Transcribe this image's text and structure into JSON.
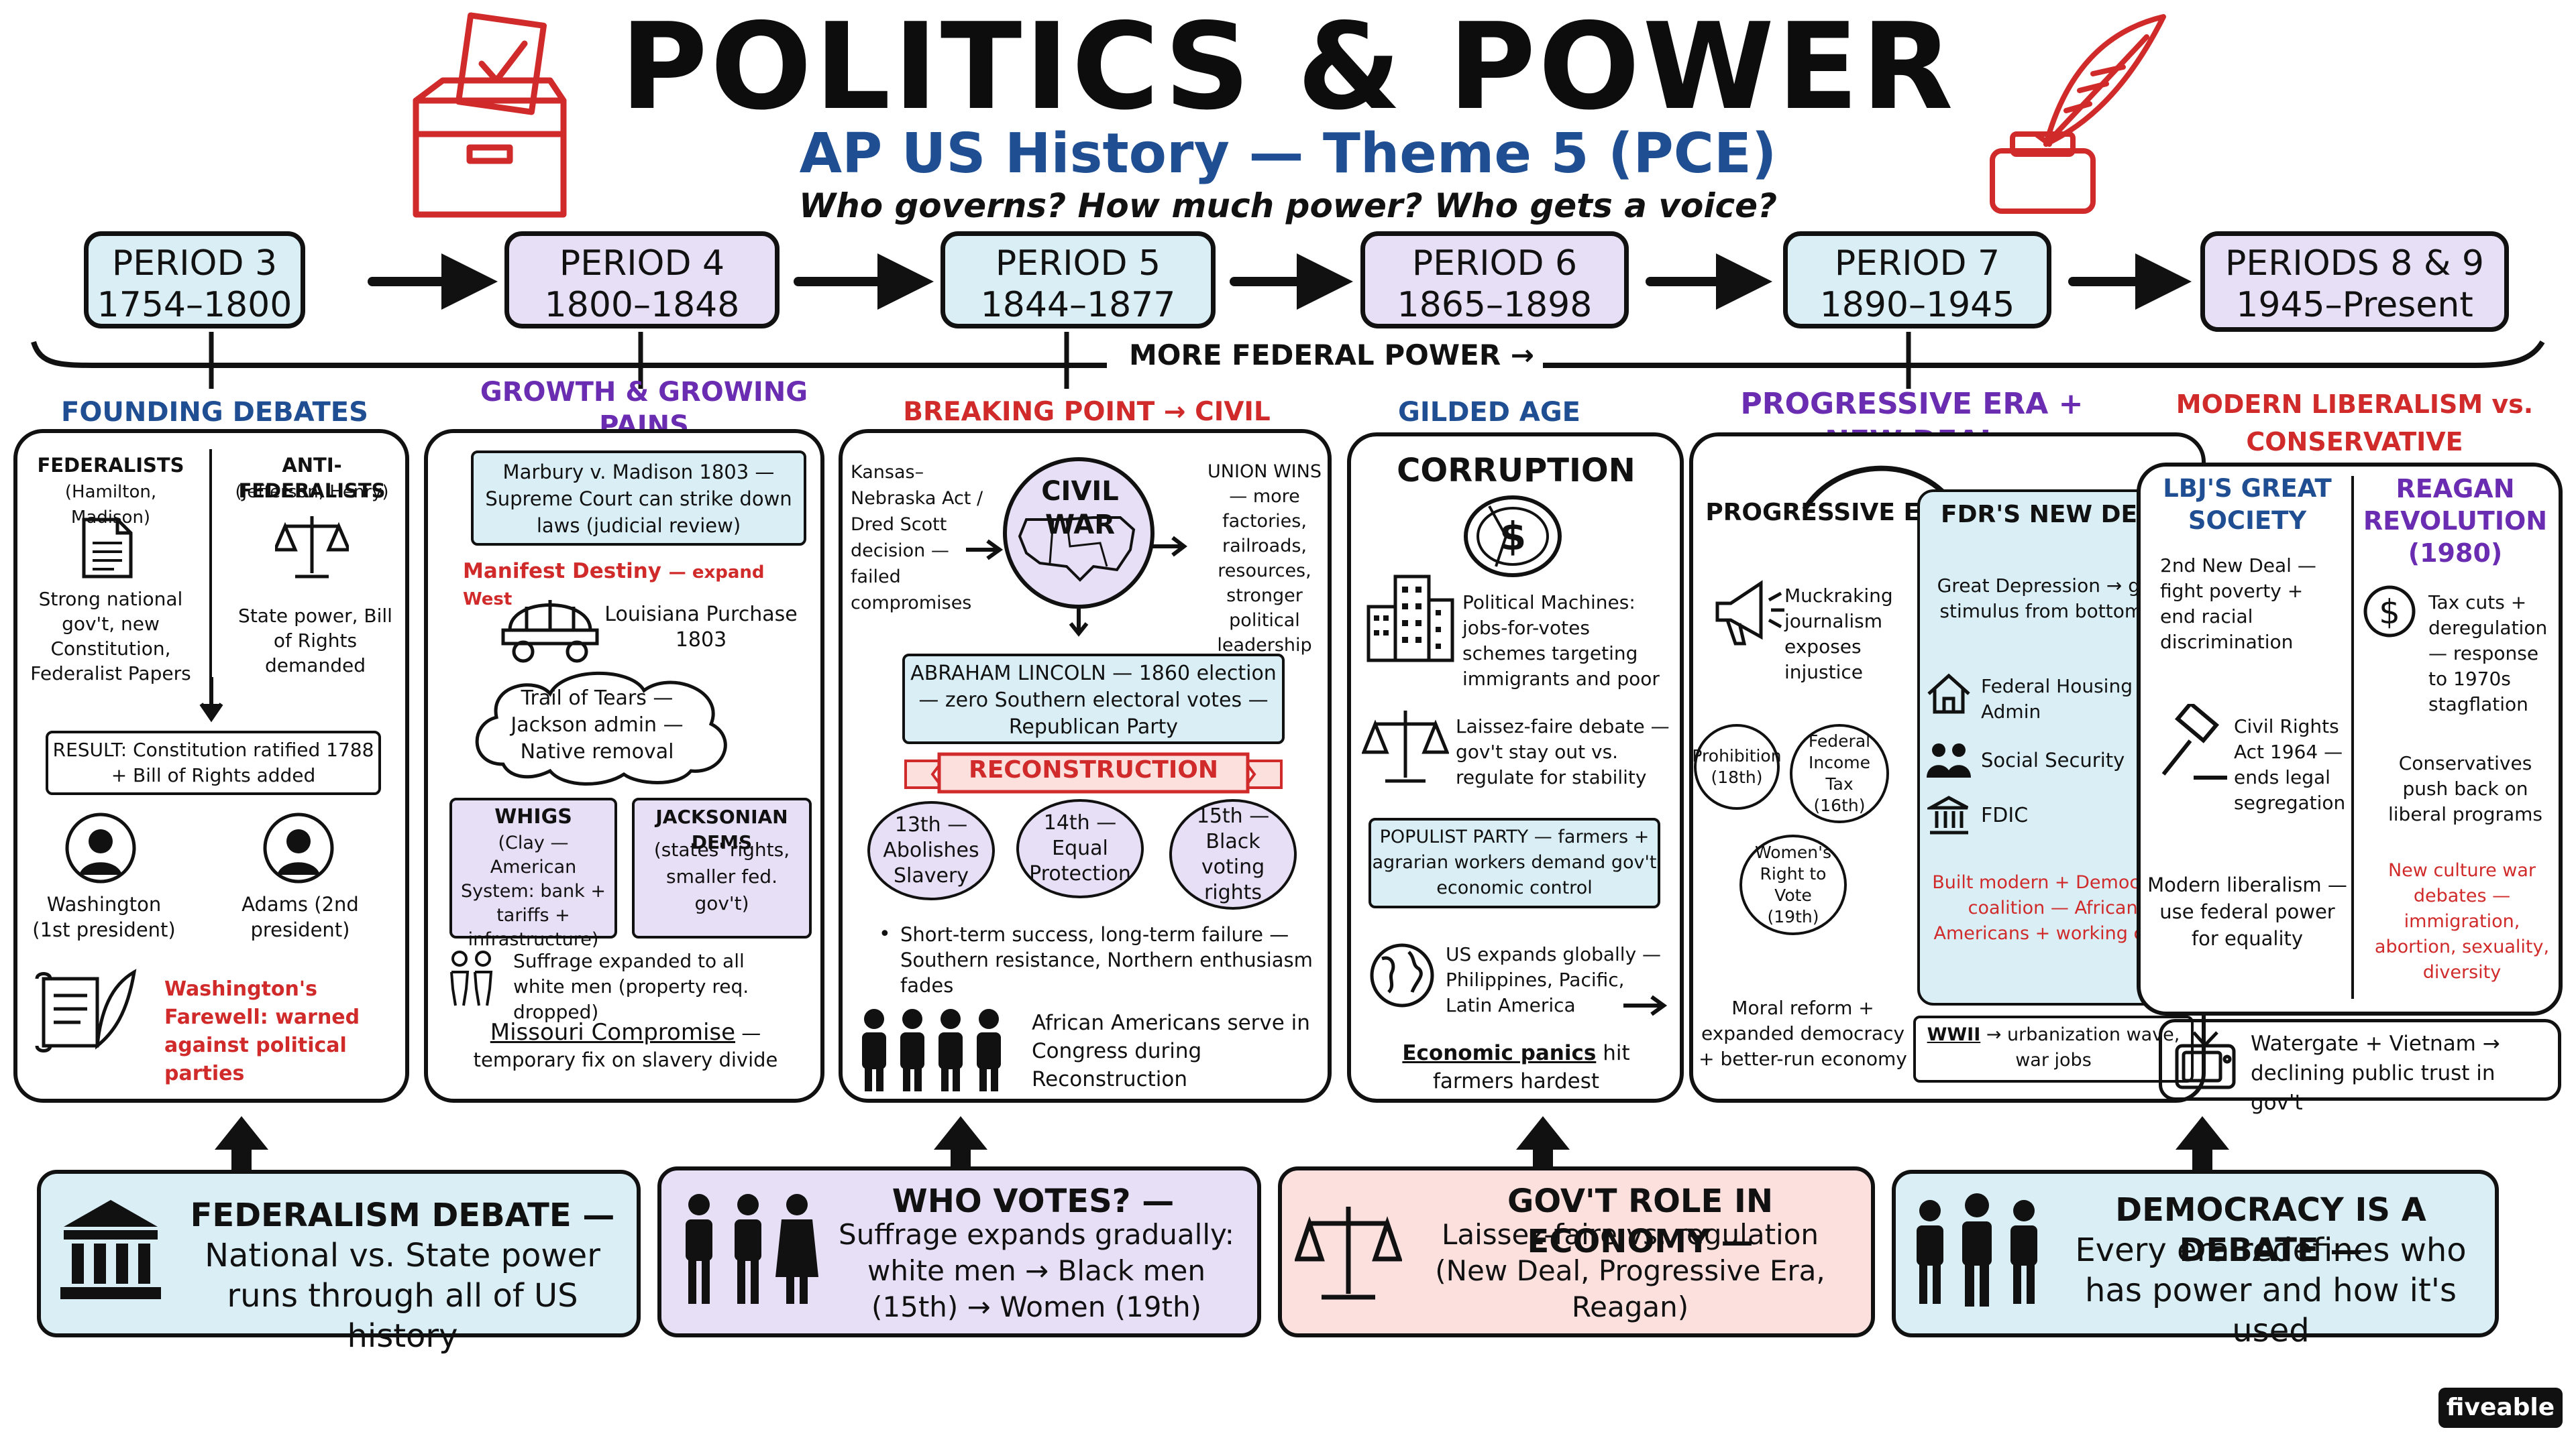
{
  "header": {
    "title": "POLITICS & POWER",
    "subtitle": "AP US History — Theme 5 (PCE)",
    "question": "Who governs? How much power? Who gets a voice?"
  },
  "timeline": {
    "periods": [
      {
        "name": "PERIOD 3",
        "years": "1754–1800"
      },
      {
        "name": "PERIOD 4",
        "years": "1800–1848"
      },
      {
        "name": "PERIOD 5",
        "years": "1844–1877"
      },
      {
        "name": "PERIOD 6",
        "years": "1865–1898"
      },
      {
        "name": "PERIOD 7",
        "years": "1890–1945"
      },
      {
        "name": "PERIODS 8 & 9",
        "years": "1945–Present"
      }
    ],
    "trend": "MORE FEDERAL POWER →"
  },
  "p3": {
    "title": "FOUNDING DEBATES",
    "fed_title": "FEDERALISTS",
    "fed_people": "(Hamilton, Madison)",
    "fed_text": "Strong national gov't, new Constitution, Federalist Papers",
    "anti_title": "ANTI-FEDERALISTS",
    "anti_people": "(Jefferson, Henry)",
    "anti_text": "State power, Bill of Rights demanded",
    "result": "RESULT: Constitution ratified 1788 + Bill of Rights added",
    "pres1": "Washington (1st president)",
    "pres2": "Adams (2nd president)",
    "farewell": "Washington's Farewell: warned against political parties"
  },
  "p4": {
    "title": "GROWTH & GROWING PAINS",
    "marbury": "Marbury v. Madison 1803 — Supreme Court can strike down laws (judicial review)",
    "manifest": "Manifest Destiny",
    "manifest_tail": "— expand West",
    "louisiana": "Louisiana Purchase 1803",
    "trail": "Trail of Tears — Jackson admin — Native removal",
    "whigs_title": "WHIGS",
    "whigs_text": "(Clay — American System: bank + tariffs + infrastructure)",
    "jack_title": "JACKSONIAN DEMS",
    "jack_text": "(states' rights, smaller fed. gov't)",
    "suffrage": "Suffrage expanded to all white men (property req. dropped)",
    "missouri": "Missouri Compromise",
    "missouri_tail": "— temporary fix on slavery divide"
  },
  "p5": {
    "title": "BREAKING POINT → CIVIL WAR",
    "kansas": "Kansas–Nebraska Act / Dred Scott decision — failed compromises",
    "civil_war": "CIVIL WAR",
    "union": "UNION WINS — more factories, railroads, resources, stronger political leadership",
    "lincoln": "ABRAHAM LINCOLN — 1860 election — zero Southern electoral votes — Republican Party",
    "reconstruction": "RECONSTRUCTION",
    "amend13": "13th — Abolishes Slavery",
    "amend14": "14th — Equal Protection",
    "amend15": "15th — Black voting rights",
    "bullet": "Short-term success, long-term failure — Southern resistance, Northern enthusiasm fades",
    "serve": "African Americans serve in Congress during Reconstruction"
  },
  "p6": {
    "title": "GILDED AGE POLITICS",
    "corruption": "CORRUPTION",
    "machines": "Political Machines: jobs-for-votes schemes targeting immigrants and poor",
    "laissez": "Laissez-faire debate — gov't stay out vs. regulate for stability",
    "populist": "POPULIST PARTY — farmers + agrarian workers demand gov't economic control",
    "global": "US expands globally — Philippines, Pacific, Latin America",
    "panics": "Economic panics",
    "panics_tail": "hit farmers hardest"
  },
  "p7": {
    "title": "PROGRESSIVE ERA + NEW DEAL",
    "prog_title": "PROGRESSIVE ERA",
    "muckraking": "Muckraking journalism exposes injustice",
    "c1": "Prohibition (18th)",
    "c2": "Federal Income Tax (16th)",
    "c3": "Women's Right to Vote (19th)",
    "moral": "Moral reform + expanded democracy + better-run economy",
    "fdr_title": "FDR'S NEW DEAL",
    "depression": "Great Depression → gov't stimulus from bottom up",
    "fha": "Federal Housing Admin",
    "ss": "Social Security",
    "fdic": "FDIC",
    "coalition": "Built modern + Democratic coalition — African- Americans + working class",
    "wwii": "WWII",
    "wwii_tail": "→ urbanization wave, war jobs"
  },
  "p8": {
    "title": "MODERN LIBERALISM vs. CONSERVATIVE RESURGENCE",
    "lbj_title": "LBJ'S GREAT SOCIETY",
    "lbj_text": "2nd New Deal — fight poverty + end racial discrimination",
    "civil_rights": "Civil Rights Act 1964 — ends legal segregation",
    "modern_lib": "Modern liberalism — use federal power for equality",
    "reagan_title": "REAGAN REVOLUTION (1980)",
    "reagan_text": "Tax cuts + deregulation — response to 1970s stagflation",
    "conservatives": "Conservatives push back on liberal programs",
    "culture": "New culture war debates — immigration, abortion, sexuality, diversity",
    "watergate": "Watergate + Vietnam → declining public trust in gov't"
  },
  "bottom": [
    {
      "title": "FEDERALISM DEBATE —",
      "text": "National vs. State power runs through all of US history"
    },
    {
      "title": "WHO VOTES? —",
      "text": "Suffrage expands gradually: white men → Black men (15th) → Women (19th)"
    },
    {
      "title": "GOV'T ROLE IN ECONOMY —",
      "text": "Laissez-faire vs. regulation (New Deal, Progressive Era, Reagan)"
    },
    {
      "title": "DEMOCRACY IS A DEBATE —",
      "text": "Every era redefines who has power and how it's used"
    }
  ],
  "brand": "fiveable",
  "colors": {
    "blue": "#d9eff5",
    "lavender": "#e7dff5",
    "pink": "#fbe0de",
    "red": "#d02a2a",
    "navy": "#1f4f92",
    "purple": "#6a2db2"
  }
}
